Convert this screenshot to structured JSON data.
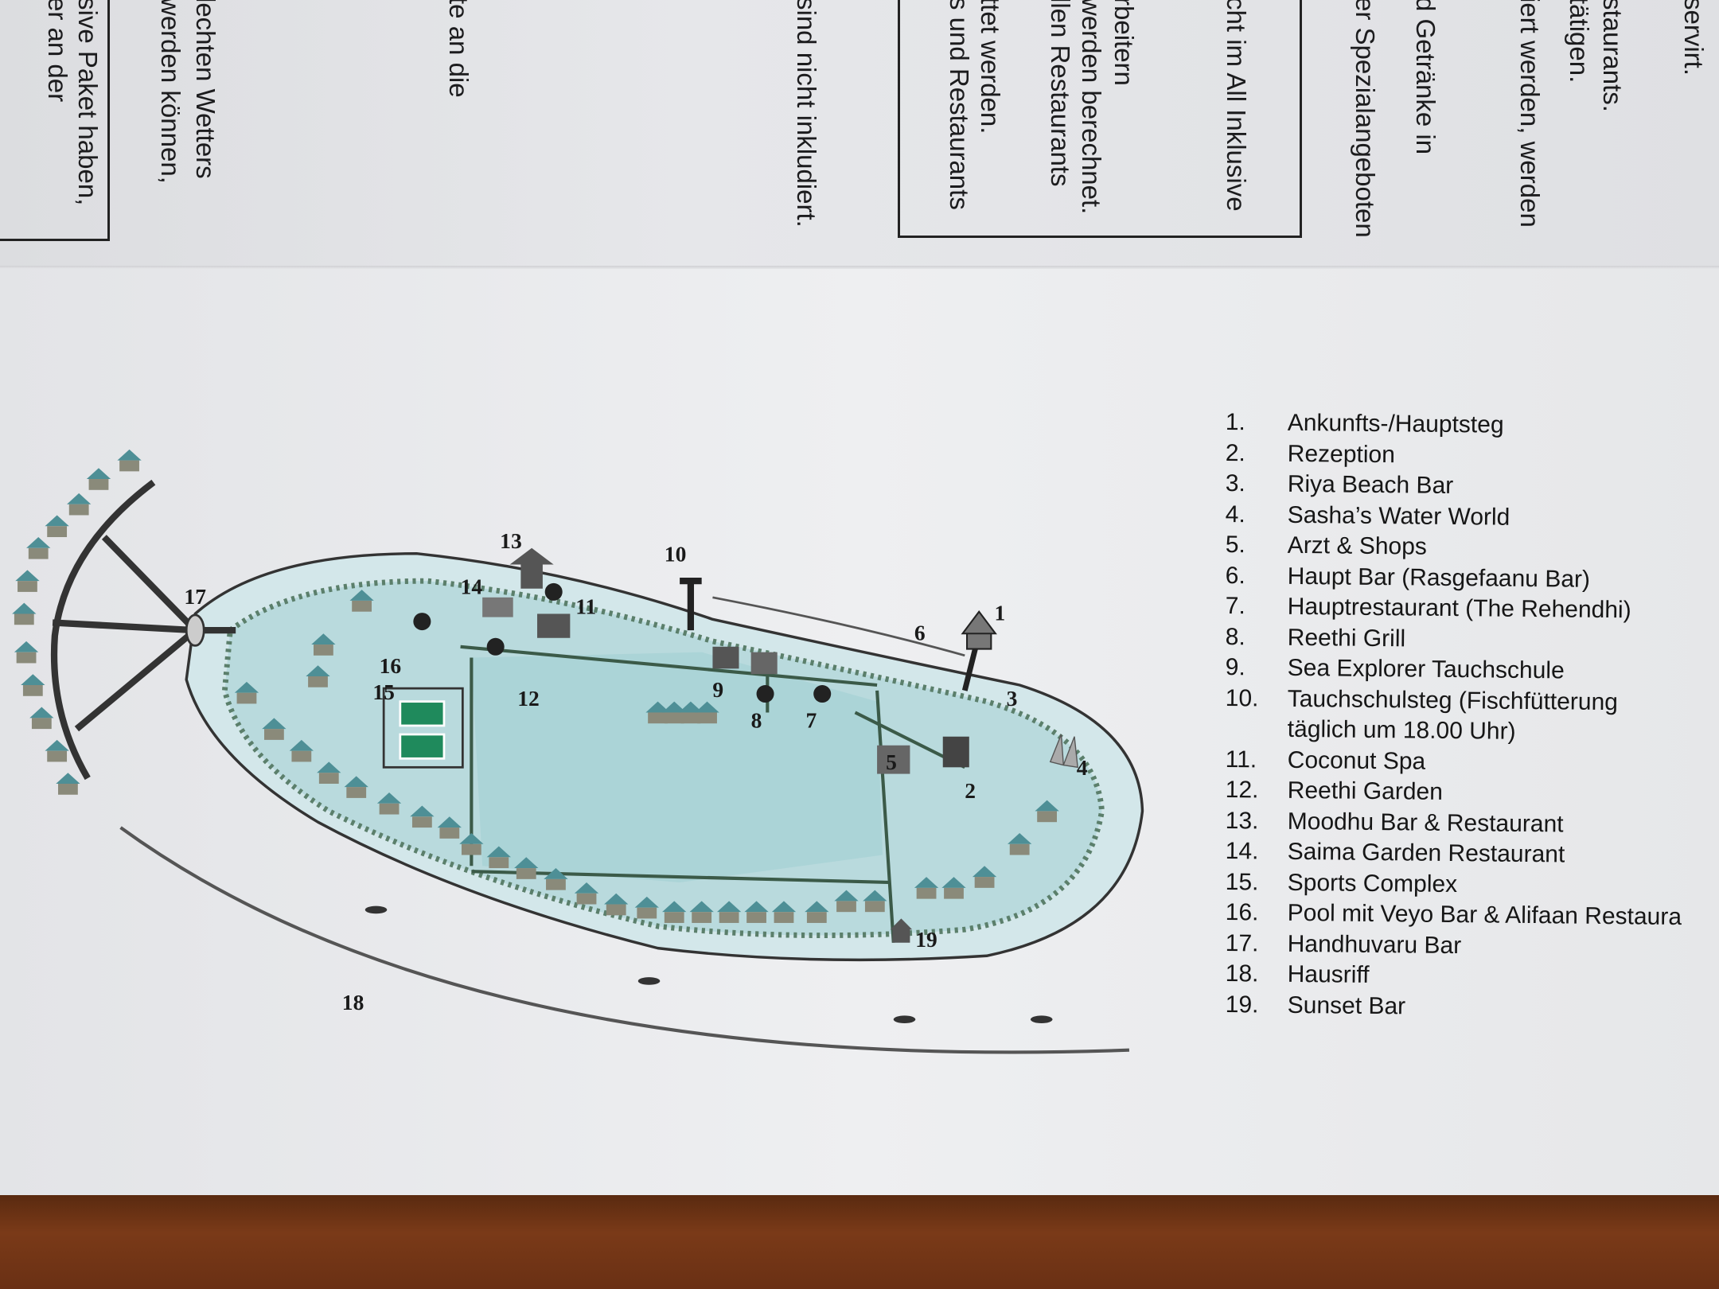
{
  "document_top": {
    "columns": [
      "servirt.",
      "staurants.",
      "tätigen.",
      "iert werden, werden",
      "d Getränke in",
      "er Spezialangeboten",
      "cht im All Inklusive",
      "rbeitern",
      "werden berechnet.",
      "llen Restaurants",
      "ttet werden.",
      "s und Restaurants",
      "sind nicht inkludiert.",
      "te an die",
      "lechten Wetters",
      "werden können,",
      "sive Paket haben,",
      "er an der"
    ]
  },
  "map": {
    "labels": [
      "1",
      "2",
      "3",
      "4",
      "5",
      "6",
      "7",
      "8",
      "9",
      "10",
      "11",
      "12",
      "13",
      "14",
      "15",
      "16",
      "17",
      "18",
      "19"
    ],
    "colors": {
      "water": "#d6e8ec",
      "land": "#bfdde0",
      "villa_roof": "#4e8f96",
      "court": "#1f8a5c",
      "reef": "#555555"
    }
  },
  "legend": {
    "items": [
      {
        "num": "1.",
        "label": "Ankunfts-/Hauptsteg"
      },
      {
        "num": "2.",
        "label": "Rezeption"
      },
      {
        "num": "3.",
        "label": "Riya Beach Bar"
      },
      {
        "num": "4.",
        "label": "Sasha’s Water World"
      },
      {
        "num": "5.",
        "label": "Arzt & Shops"
      },
      {
        "num": "6.",
        "label": "Haupt Bar (Rasgefaanu Bar)"
      },
      {
        "num": "7.",
        "label": "Hauptrestaurant (The Rehendhi)"
      },
      {
        "num": "8.",
        "label": "Reethi Grill"
      },
      {
        "num": "9.",
        "label": "Sea Explorer Tauchschule"
      },
      {
        "num": "10.",
        "label": "Tauchschulsteg (Fischfütterung"
      },
      {
        "num": "",
        "label": "täglich um 18.00 Uhr)"
      },
      {
        "num": "11.",
        "label": "Coconut Spa"
      },
      {
        "num": "12.",
        "label": "Reethi Garden"
      },
      {
        "num": "13.",
        "label": "Moodhu Bar & Restaurant"
      },
      {
        "num": "14.",
        "label": "Saima Garden Restaurant"
      },
      {
        "num": "15.",
        "label": "Sports Complex"
      },
      {
        "num": "16.",
        "label": "Pool mit Veyo Bar & Alifaan Restaura"
      },
      {
        "num": "17.",
        "label": "Handhuvaru Bar"
      },
      {
        "num": "18.",
        "label": "Hausriff"
      },
      {
        "num": "19.",
        "label": "Sunset Bar"
      }
    ]
  }
}
